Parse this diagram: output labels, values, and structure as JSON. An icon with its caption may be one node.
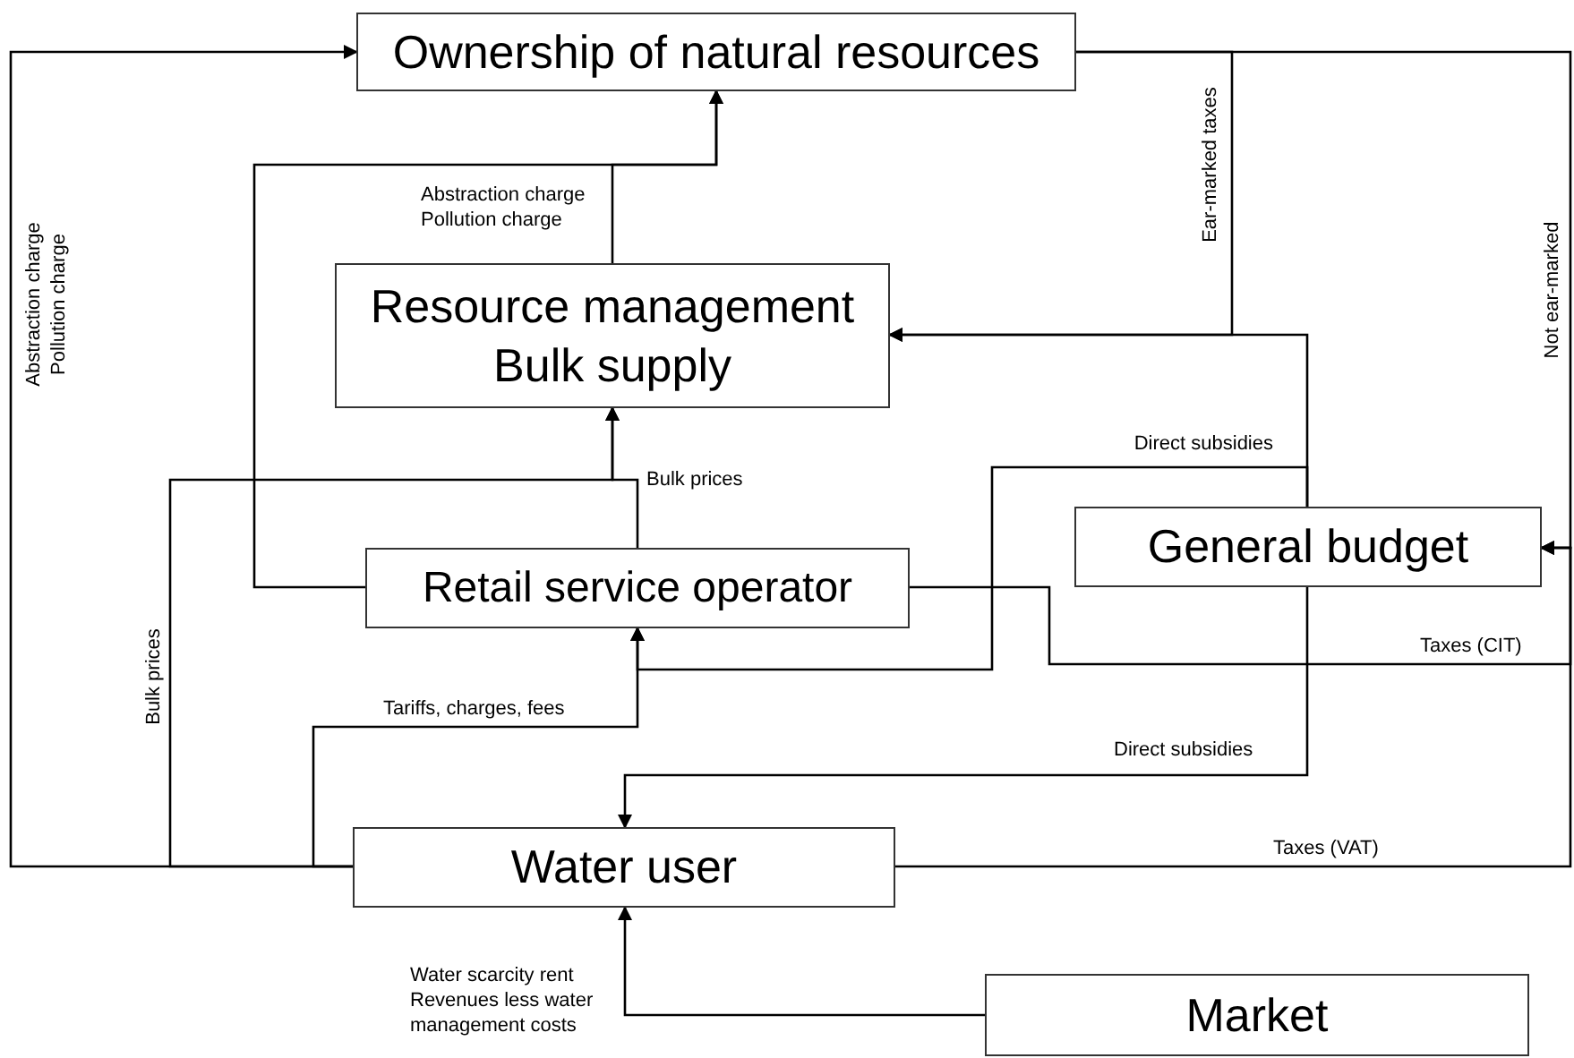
{
  "diagram": {
    "nodes": [
      {
        "text": [
          "Ownership of natural resources"
        ]
      },
      {
        "text": [
          "Resource management Bulk supply"
        ]
      },
      {
        "text": [
          "General budget"
        ]
      },
      {
        "text": [
          "Retail service operator"
        ]
      },
      {
        "text": [
          "Water user"
        ]
      },
      {
        "text": [
          "Market"
        ]
      }
    ],
    "edges": [
      {
        "from": 4,
        "to": 0,
        "arrow": "to",
        "label": "Abstraction charge Pollution charge"
      },
      {
        "from": 3,
        "to": 0,
        "arrow": "to"
      },
      {
        "from": 1,
        "to": 0,
        "arrow": "to",
        "label": "Abstraction charge Pollution charge"
      },
      {
        "from": 4,
        "to": 1,
        "arrow": "to",
        "label": "Bulk prices"
      },
      {
        "from": 3,
        "to": 1,
        "arrow": "to",
        "label": "Bulk prices"
      },
      {
        "from": 4,
        "to": 3,
        "arrow": "to",
        "label": "Tariffs, charges, fees"
      },
      {
        "from": 0,
        "to": 1,
        "arrow": "to",
        "label": "Ear-marked taxes"
      },
      {
        "from": 0,
        "to": 2,
        "arrow": "to",
        "label": "Not ear-marked"
      },
      {
        "from": 2,
        "to": 1,
        "arrow": "to"
      },
      {
        "from": 2,
        "to": 3,
        "arrow": "to",
        "label": "Direct subsidies"
      },
      {
        "from": 3,
        "to": 2,
        "arrow": "to",
        "label": "Taxes (CIT)"
      },
      {
        "from": 2,
        "to": 4,
        "arrow": "to",
        "label": "Direct subsidies"
      },
      {
        "from": 4,
        "to": 2,
        "arrow": "to",
        "label": "Taxes (VAT)"
      },
      {
        "from": 5,
        "to": 4,
        "arrow": "to",
        "label": "Water scarcity rent Revenues less water management costs"
      }
    ]
  }
}
